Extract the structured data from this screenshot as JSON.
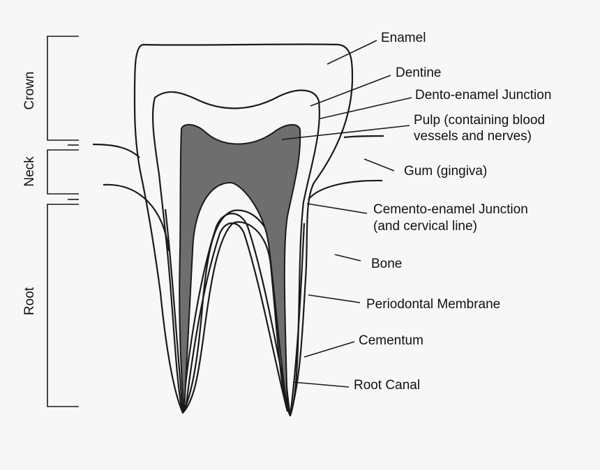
{
  "regions": {
    "crown": "Crown",
    "neck": "Neck",
    "root": "Root"
  },
  "labels": {
    "enamel": "Enamel",
    "dentine": "Dentine",
    "dento_enamel_junction": "Dento-enamel Junction",
    "pulp_line1": "Pulp (containing blood",
    "pulp_line2": "vessels and nerves)",
    "gum": "Gum (gingiva)",
    "cemento_line1": "Cemento-enamel Junction",
    "cemento_line2": "(and cervical line)",
    "bone": "Bone",
    "periodontal": "Periodontal Membrane",
    "cementum": "Cementum",
    "root_canal": "Root Canal"
  },
  "colors": {
    "pulp_fill": "#6e6e6e",
    "tooth_fill": "#ffffff",
    "background": "#f7f7f7",
    "stroke": "#1a1a1a"
  }
}
